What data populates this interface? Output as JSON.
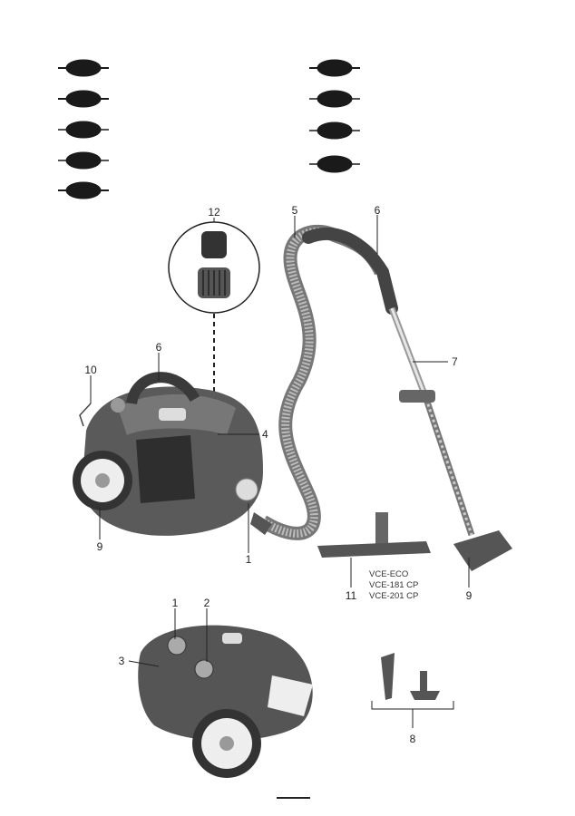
{
  "diagram": {
    "callouts": {
      "main_unit": {
        "handle": "6",
        "cord_plug": "10",
        "body": "4",
        "wheel": "9",
        "hose_socket": "1"
      },
      "filter": "12",
      "hose_assembly": {
        "hose": "5",
        "hose_handle": "6",
        "telescopic_tube": "7",
        "floor_brush": "9"
      },
      "parquet_brush": "11",
      "bottom_unit": {
        "button_1": "1",
        "button_2": "2",
        "button_3": "3"
      },
      "accessories": "8"
    },
    "model_list": [
      "VCE-ECO",
      "VCE-181 CP",
      "VCE-201 CP"
    ]
  },
  "colors": {
    "body_dark": "#4a4a4a",
    "body_mid": "#6b6b6b",
    "light": "#d9d9d9",
    "oval": "#1a1a1a"
  }
}
